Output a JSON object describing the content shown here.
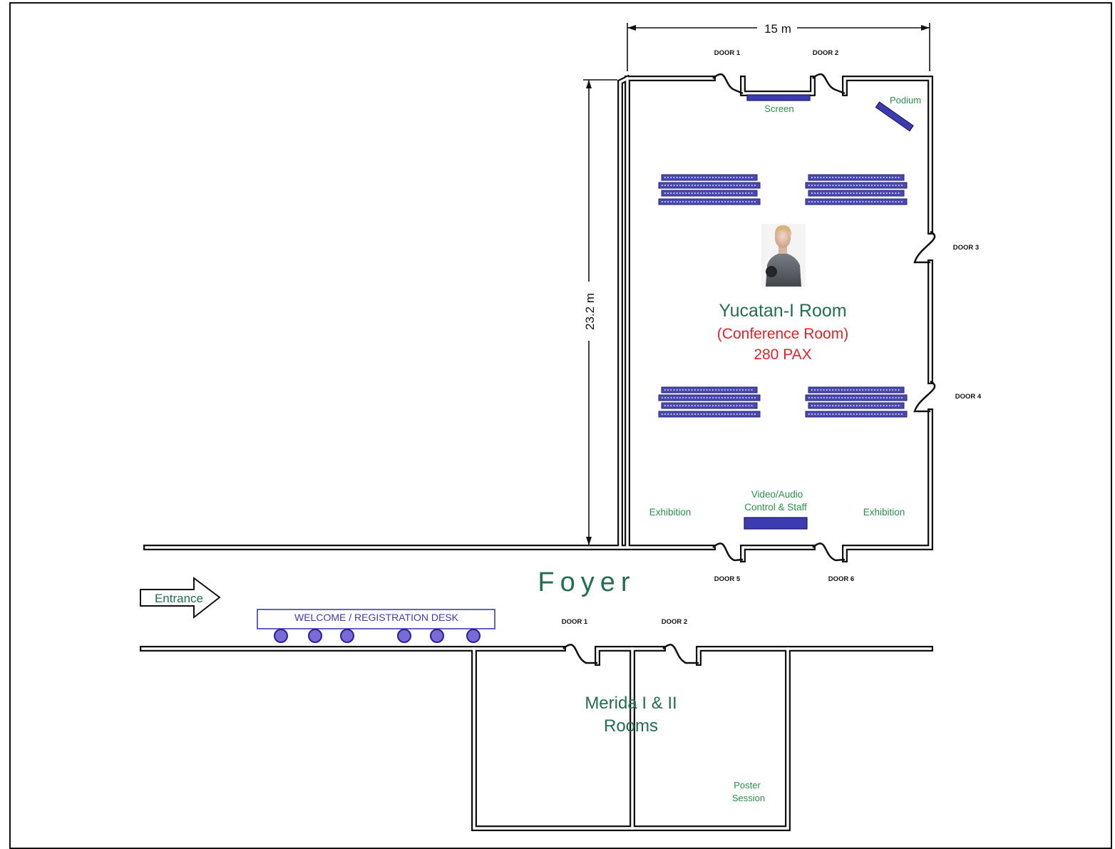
{
  "dimensions": {
    "width_label": "15 m",
    "height_label": "23.2 m"
  },
  "yucatan": {
    "name": "Yucatan-I Room",
    "subtitle": "(Conference Room)",
    "capacity": "280 PAX",
    "screen": "Screen",
    "podium": "Podium",
    "control": [
      "Video/Audio",
      "Control & Staff"
    ],
    "exhibition_left": "Exhibition",
    "exhibition_right": "Exhibition",
    "doors": [
      "DOOR 1",
      "DOOR 2",
      "DOOR 3",
      "DOOR 4",
      "DOOR 5",
      "DOOR 6"
    ]
  },
  "foyer": {
    "title": "Foyer",
    "entrance": "Entrance",
    "registration_desk": "WELCOME / REGISTRATION DESK",
    "desk_chair_count": 6
  },
  "merida": {
    "name": [
      "Merida I & II",
      "Rooms"
    ],
    "poster": [
      "Poster",
      "Session"
    ],
    "doors": [
      "DOOR 1",
      "DOOR 2"
    ]
  },
  "colors": {
    "label_green": "#2a8f4a",
    "room_title": "#226e50",
    "accent_red": "#e8202a",
    "furniture": "#3c3cb0"
  },
  "icons": {
    "presenter": "presenter-figure-icon",
    "entrance_arrow": "arrow-right-icon",
    "chair": "chair-icon"
  }
}
